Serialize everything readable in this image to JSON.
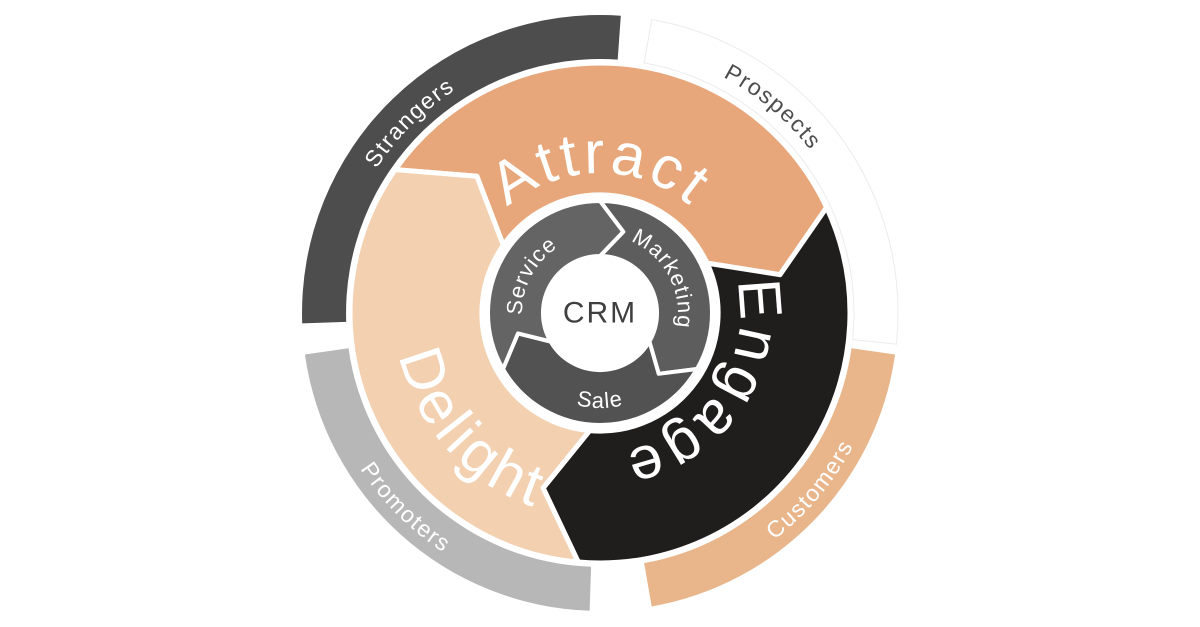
{
  "background": "#ffffff",
  "diagram": {
    "center": {
      "label": "CRM",
      "fill": "#ffffff",
      "text_color": "#3f3f3f"
    },
    "inner_ring": {
      "text_color": "#ffffff",
      "segments": [
        {
          "label": "Marketing",
          "fill": "#5d5d5d"
        },
        {
          "label": "Sale",
          "fill": "#525252"
        },
        {
          "label": "Service",
          "fill": "#646464"
        }
      ]
    },
    "main_ring": {
      "text_color": "#ffffff",
      "segments": [
        {
          "label": "Attract",
          "fill": "#e8a77b"
        },
        {
          "label": "Engage",
          "fill": "#201d1d"
        },
        {
          "label": "Delight",
          "fill": "#f2d0b0"
        }
      ]
    },
    "outer_ring": {
      "segments": [
        {
          "label": "Strangers",
          "fill": "#4d4d4d",
          "text_color": "#ffffff"
        },
        {
          "label": "Prospects",
          "fill": "#ffffff",
          "text_color": "#4d4d4d"
        },
        {
          "label": "Customers",
          "fill": "#e9b68c",
          "text_color": "#ffffff"
        },
        {
          "label": "Promoters",
          "fill": "#b7b7b7",
          "text_color": "#ffffff"
        }
      ]
    }
  }
}
